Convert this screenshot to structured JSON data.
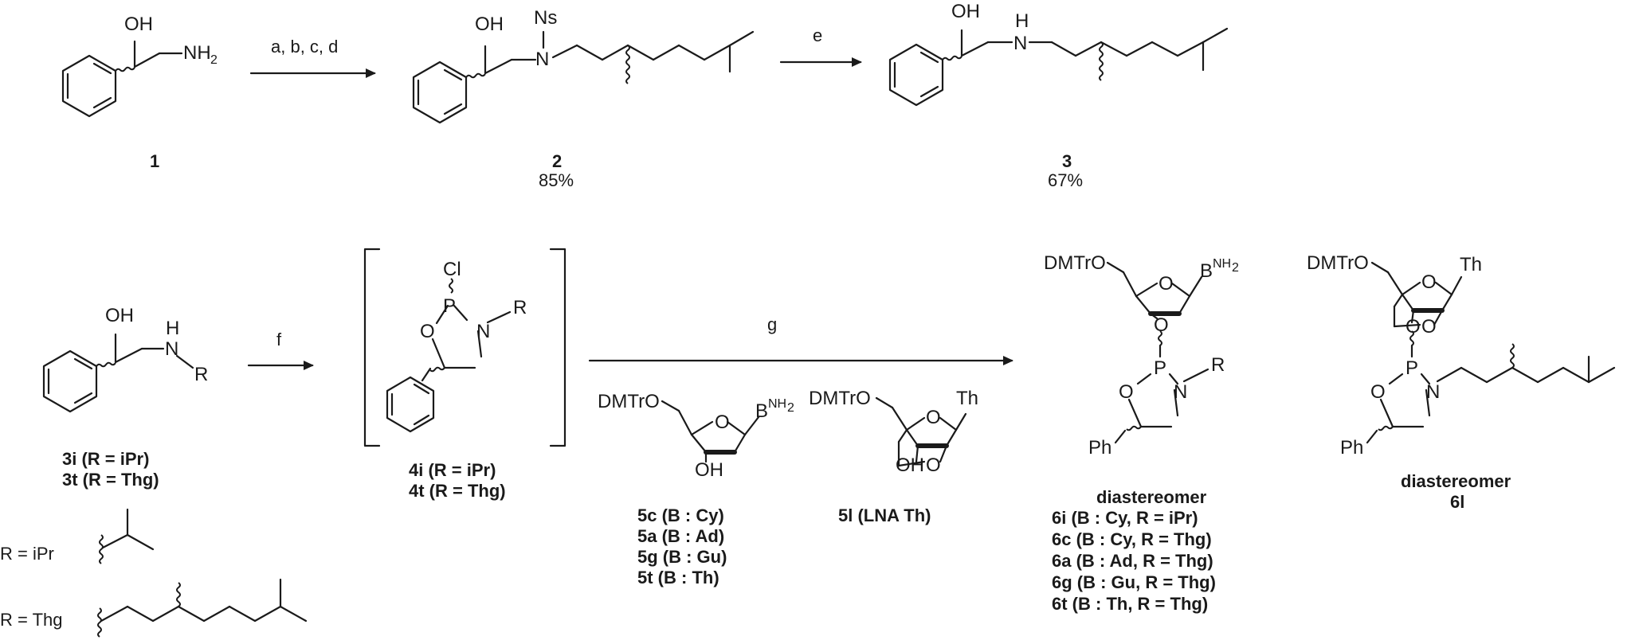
{
  "compounds": {
    "c1": {
      "label": "1"
    },
    "c2": {
      "label": "2",
      "yield": "85%"
    },
    "c3": {
      "label": "3",
      "yield": "67%"
    },
    "c3_set": {
      "line1": "3i (R = iPr)",
      "line2": "3t (R = Thg)"
    },
    "c4_set": {
      "line1": "4i (R = iPr)",
      "line2": "4t (R = Thg)"
    },
    "c5_set": {
      "line1": "5c (B : Cy)",
      "line2": "5a (B : Ad)",
      "line3": "5g (B : Gu)",
      "line4": "5t  (B : Th)"
    },
    "c5l": {
      "label": "5l (LNA Th)"
    },
    "c6_set": {
      "title": "diastereomer",
      "line1": "6i  (B : Cy, R = iPr)",
      "line2": "6c (B : Cy, R = Thg)",
      "line3": "6a (B : Ad, R = Thg)",
      "line4": "6g (B : Gu, R = Thg)",
      "line5": "6t  (B : Th, R = Thg)"
    },
    "c6l": {
      "title": "diastereomer",
      "label": "6l"
    }
  },
  "reagents": {
    "step1": "a, b, c, d",
    "step2": "e",
    "step3": "f",
    "step4": "g"
  },
  "atoms": {
    "oh": "OH",
    "nh2": "NH",
    "nh2_sub": "2",
    "nh": "H",
    "n": "N",
    "ns": "Ns",
    "r": "R",
    "cl": "Cl",
    "p": "P",
    "o": "O",
    "ph": "Ph",
    "dmtro": "DMTrO",
    "b": "B",
    "b_nh2": "NH",
    "b_nh2_sub": "2",
    "th": "Th"
  },
  "r_defs": {
    "ipr": "R = iPr",
    "thg": "R = Thg"
  }
}
